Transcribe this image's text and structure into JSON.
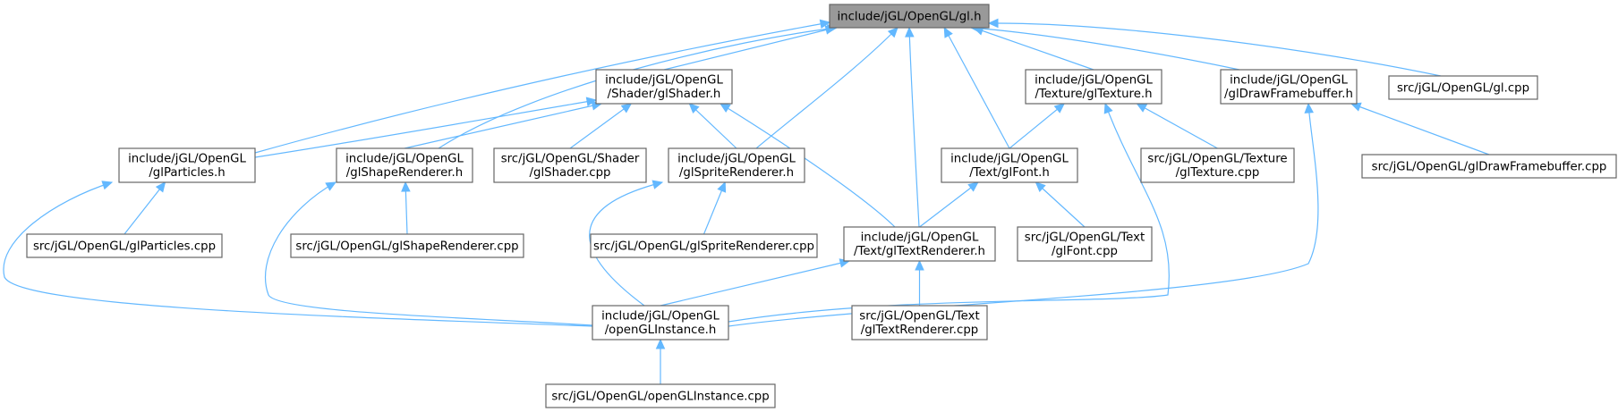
{
  "graph": {
    "nodes": [
      {
        "id": "gl_h",
        "lines": [
          "include/jGL/OpenGL/gl.h"
        ],
        "root": true
      },
      {
        "id": "glShader_h",
        "lines": [
          "include/jGL/OpenGL",
          "/Shader/glShader.h"
        ]
      },
      {
        "id": "glTexture_h",
        "lines": [
          "include/jGL/OpenGL",
          "/Texture/glTexture.h"
        ]
      },
      {
        "id": "glDrawFramebuffer_h",
        "lines": [
          "include/jGL/OpenGL",
          "/glDrawFramebuffer.h"
        ]
      },
      {
        "id": "gl_cpp",
        "lines": [
          "src/jGL/OpenGL/gl.cpp"
        ]
      },
      {
        "id": "glParticles_h",
        "lines": [
          "include/jGL/OpenGL",
          "/glParticles.h"
        ]
      },
      {
        "id": "glShapeRenderer_h",
        "lines": [
          "include/jGL/OpenGL",
          "/glShapeRenderer.h"
        ]
      },
      {
        "id": "glShader_cpp",
        "lines": [
          "src/jGL/OpenGL/Shader",
          "/glShader.cpp"
        ]
      },
      {
        "id": "glSpriteRenderer_h",
        "lines": [
          "include/jGL/OpenGL",
          "/glSpriteRenderer.h"
        ]
      },
      {
        "id": "glFont_h",
        "lines": [
          "include/jGL/OpenGL",
          "/Text/glFont.h"
        ]
      },
      {
        "id": "glTexture_cpp",
        "lines": [
          "src/jGL/OpenGL/Texture",
          "/glTexture.cpp"
        ]
      },
      {
        "id": "glDrawFramebuffer_cpp",
        "lines": [
          "src/jGL/OpenGL/glDrawFramebuffer.cpp"
        ]
      },
      {
        "id": "glParticles_cpp",
        "lines": [
          "src/jGL/OpenGL/glParticles.cpp"
        ]
      },
      {
        "id": "glShapeRenderer_cpp",
        "lines": [
          "src/jGL/OpenGL/glShapeRenderer.cpp"
        ]
      },
      {
        "id": "glSpriteRenderer_cpp",
        "lines": [
          "src/jGL/OpenGL/glSpriteRenderer.cpp"
        ]
      },
      {
        "id": "glTextRenderer_h",
        "lines": [
          "include/jGL/OpenGL",
          "/Text/glTextRenderer.h"
        ]
      },
      {
        "id": "glFont_cpp",
        "lines": [
          "src/jGL/OpenGL/Text",
          "/glFont.cpp"
        ]
      },
      {
        "id": "openGLInstance_h",
        "lines": [
          "include/jGL/OpenGL",
          "/openGLInstance.h"
        ]
      },
      {
        "id": "glTextRenderer_cpp",
        "lines": [
          "src/jGL/OpenGL/Text",
          "/glTextRenderer.cpp"
        ]
      },
      {
        "id": "openGLInstance_cpp",
        "lines": [
          "src/jGL/OpenGL/openGLInstance.cpp"
        ]
      }
    ],
    "edges": [
      {
        "from": "gl_h",
        "to": "glShader_h"
      },
      {
        "from": "gl_h",
        "to": "glTexture_h"
      },
      {
        "from": "gl_h",
        "to": "glDrawFramebuffer_h"
      },
      {
        "from": "gl_h",
        "to": "gl_cpp"
      },
      {
        "from": "gl_h",
        "to": "glParticles_h"
      },
      {
        "from": "gl_h",
        "to": "glShapeRenderer_h"
      },
      {
        "from": "gl_h",
        "to": "glSpriteRenderer_h"
      },
      {
        "from": "gl_h",
        "to": "glFont_h"
      },
      {
        "from": "gl_h",
        "to": "glTextRenderer_h"
      },
      {
        "from": "glShader_h",
        "to": "glParticles_h"
      },
      {
        "from": "glShader_h",
        "to": "glShapeRenderer_h"
      },
      {
        "from": "glShader_h",
        "to": "glShader_cpp"
      },
      {
        "from": "glShader_h",
        "to": "glSpriteRenderer_h"
      },
      {
        "from": "glShader_h",
        "to": "glTextRenderer_h"
      },
      {
        "from": "glTexture_h",
        "to": "glFont_h"
      },
      {
        "from": "glTexture_h",
        "to": "glTexture_cpp"
      },
      {
        "from": "glTexture_h",
        "to": "openGLInstance_h"
      },
      {
        "from": "glDrawFramebuffer_h",
        "to": "glDrawFramebuffer_cpp"
      },
      {
        "from": "glDrawFramebuffer_h",
        "to": "openGLInstance_h"
      },
      {
        "from": "glParticles_h",
        "to": "glParticles_cpp"
      },
      {
        "from": "glParticles_h",
        "to": "openGLInstance_h"
      },
      {
        "from": "glShapeRenderer_h",
        "to": "glShapeRenderer_cpp"
      },
      {
        "from": "glShapeRenderer_h",
        "to": "openGLInstance_h"
      },
      {
        "from": "glSpriteRenderer_h",
        "to": "glSpriteRenderer_cpp"
      },
      {
        "from": "glSpriteRenderer_h",
        "to": "openGLInstance_h"
      },
      {
        "from": "glFont_h",
        "to": "glTextRenderer_h"
      },
      {
        "from": "glFont_h",
        "to": "glFont_cpp"
      },
      {
        "from": "glTextRenderer_h",
        "to": "openGLInstance_h"
      },
      {
        "from": "glTextRenderer_h",
        "to": "glTextRenderer_cpp"
      },
      {
        "from": "openGLInstance_h",
        "to": "openGLInstance_cpp"
      }
    ]
  }
}
